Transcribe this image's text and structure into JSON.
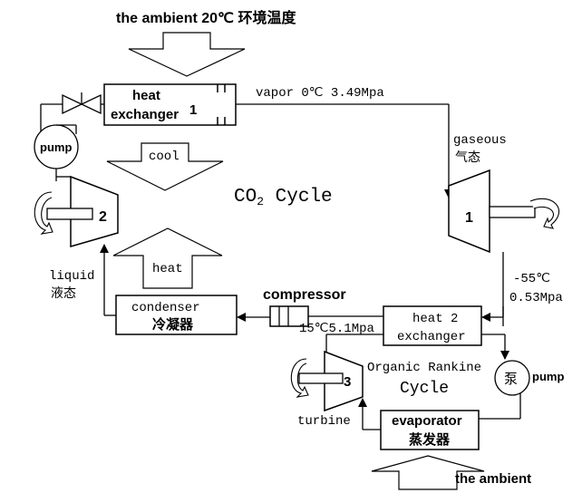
{
  "top_ambient": "the ambient 20℃ 环境温度",
  "heat_exchanger_1": {
    "line1": "heat",
    "line2": "exchanger",
    "num": "1"
  },
  "vapor_label": "vapor  0℃ 3.49Mpa",
  "pump_top": "pump",
  "cool_label": "cool",
  "cycle_co2": {
    "co": "CO",
    "sub": "2",
    "rest": " Cycle"
  },
  "gaseous": {
    "en": "gaseous",
    "zh": "气态"
  },
  "turbine_1": "1",
  "turbine_2": "2",
  "heat_label": "heat",
  "liquid": {
    "en": "liquid",
    "zh": "液态"
  },
  "compressor_label": "compressor",
  "condenser": {
    "en": "condenser",
    "zh": "冷凝器"
  },
  "minus55": "-55℃",
  "p053": "0.53Mpa",
  "p15c": "15℃5.1Mpa",
  "heat_exchanger_2": {
    "line1": "heat 2",
    "line2": "exchanger"
  },
  "organic": {
    "line1": "Organic Rankine",
    "line2": "Cycle"
  },
  "pump_zh": "泵",
  "pump_right": "pump",
  "turbine_3": "3",
  "turbine_label": "turbine",
  "evaporator": {
    "en": "evaporator",
    "zh": "蒸发器"
  },
  "bottom_ambient": "the ambient"
}
